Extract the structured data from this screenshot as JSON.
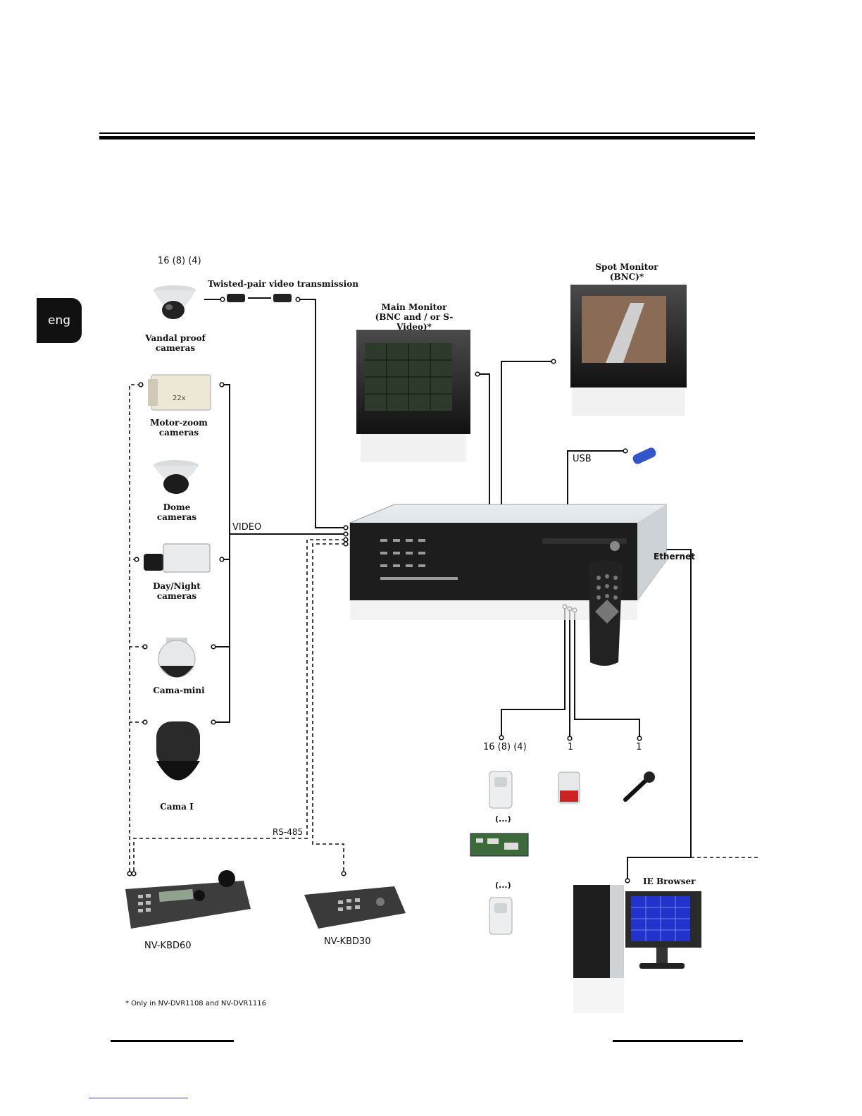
{
  "language_tab": "eng",
  "labels": {
    "camera_count": "16 (8) (4)",
    "twisted_pair": "Twisted-pair video transmission",
    "vandal_proof": "Vandal proof\ncameras",
    "motor_zoom": "Motor-zoom\ncameras",
    "dome": "Dome\ncameras",
    "day_night": "Day/Night\ncameras",
    "cama_mini": "Cama-mini",
    "cama_i": "Cama I",
    "video": "VIDEO",
    "rs485": "RS-485",
    "main_monitor": "Main Monitor\n(BNC and / or S-Video)*",
    "spot_monitor": "Spot Monitor\n(BNC)*",
    "usb": "USB",
    "ethernet": "Ethernet",
    "sensor_count": "16 (8) (4)",
    "siren_count": "1",
    "mic_count": "1",
    "ellipsis_1": "(...)",
    "ellipsis_2": "(...)",
    "ie_browser": "IE Browser",
    "kbd60": "NV-KBD60",
    "kbd30": "NV-KBD30",
    "footnote": "* Only in NV-DVR1108 and NV-DVR1116"
  },
  "colors": {
    "line": "#111111",
    "device_dark": "#2a2a2a",
    "device_light": "#dfe3e6",
    "screen_blue": "#2233cc",
    "siren_red": "#cc2222"
  }
}
